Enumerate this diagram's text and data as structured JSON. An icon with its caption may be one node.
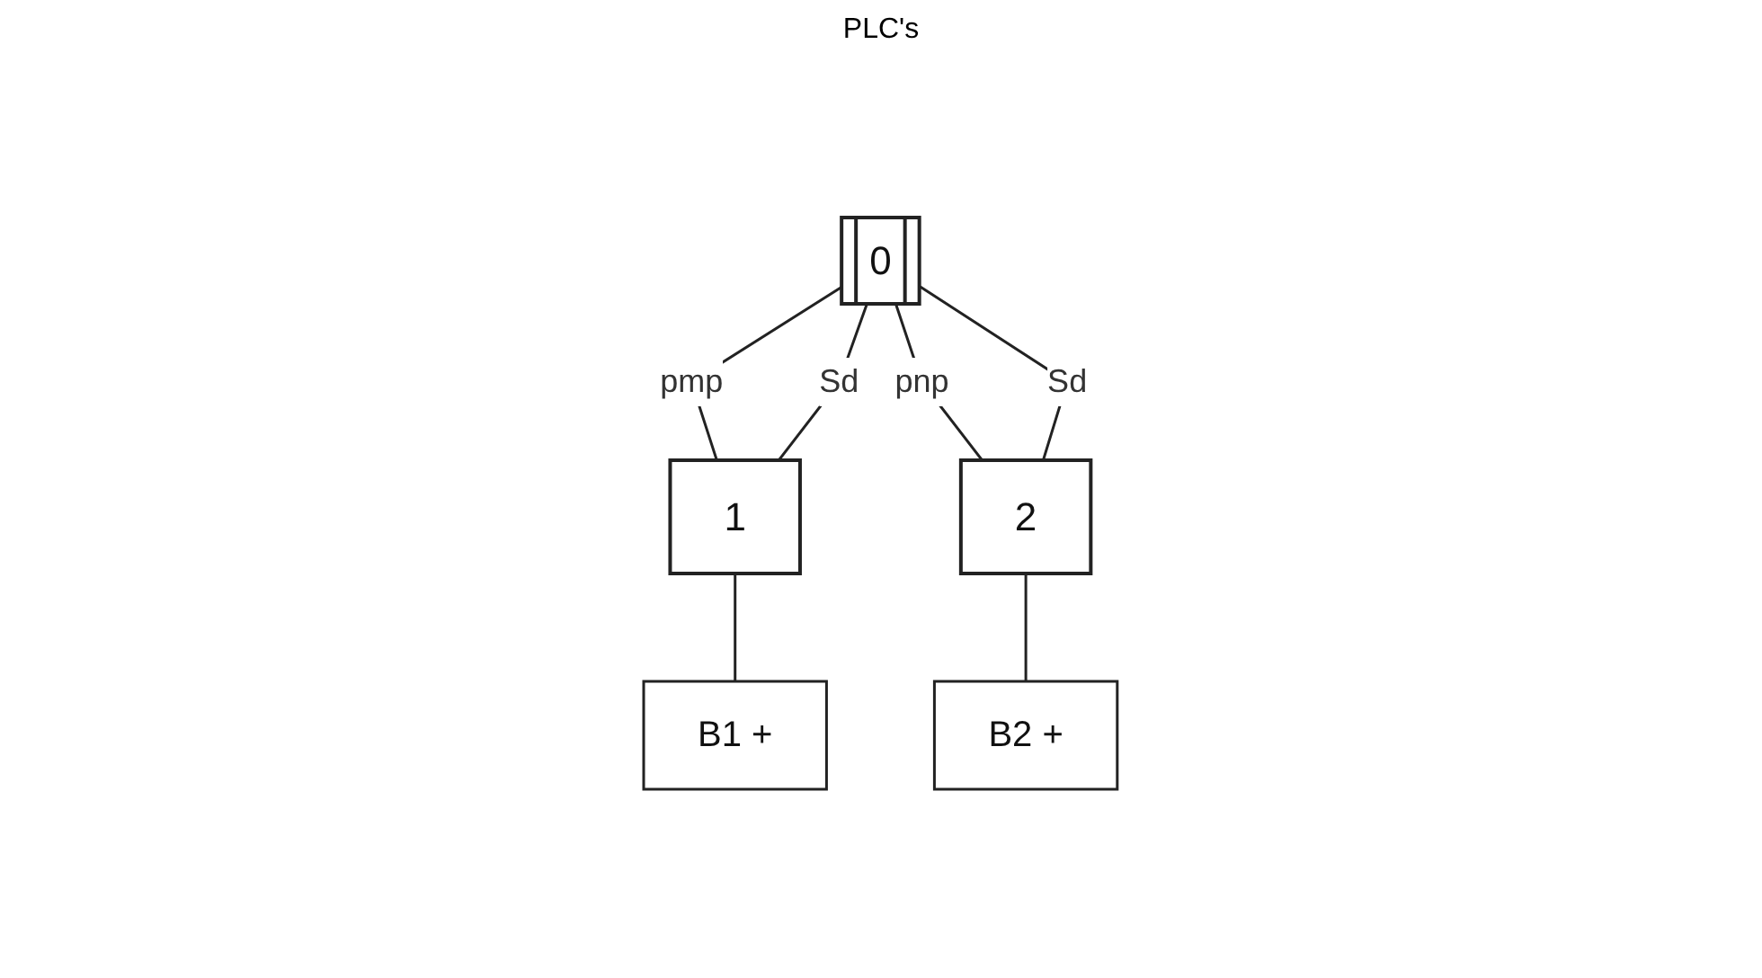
{
  "diagram": {
    "title": "PLC's",
    "nodes": [
      {
        "text": [
          "0"
        ]
      },
      {
        "text": [
          "1"
        ]
      },
      {
        "text": [
          "B1 +"
        ]
      },
      {
        "text": [
          "2"
        ]
      },
      {
        "text": [
          "B2 +"
        ]
      }
    ],
    "edges": [
      {
        "from": 0,
        "to": 1,
        "arrow": "none",
        "label": "pmp"
      },
      {
        "from": 0,
        "to": 3,
        "arrow": "none",
        "label": "pnp"
      },
      {
        "from": 1,
        "to": 2,
        "arrow": "none"
      },
      {
        "from": 3,
        "to": 4,
        "arrow": "none"
      },
      {
        "from": 1,
        "to": 0,
        "arrow": "none",
        "label": "Sd"
      },
      {
        "from": 3,
        "to": 0,
        "arrow": "none",
        "label": "Sd"
      }
    ]
  }
}
